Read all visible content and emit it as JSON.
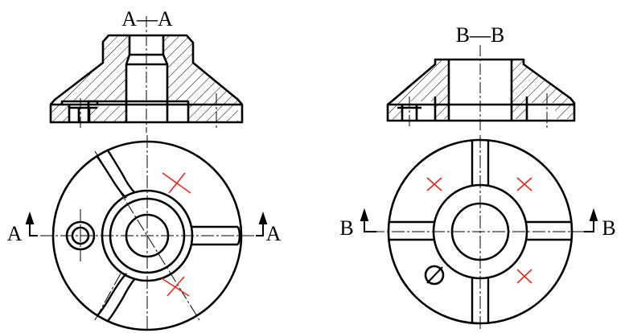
{
  "left": {
    "section_title": "A—A",
    "cut_label_left": "A",
    "cut_label_right": "A"
  },
  "right": {
    "section_title": "B—B",
    "cut_label_left": "B",
    "cut_label_right": "B"
  },
  "colors": {
    "line": "#000000",
    "mark": "#e8291f"
  }
}
